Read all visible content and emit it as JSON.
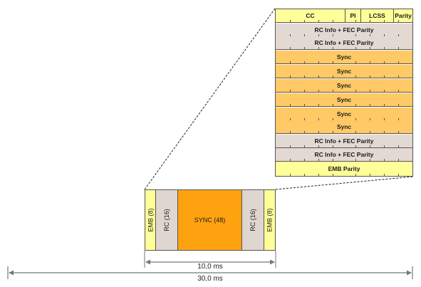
{
  "detail": {
    "header": {
      "cc": "CC",
      "pi": "PI",
      "lcss": "LCSS",
      "parity": "Parity"
    },
    "rows": [
      {
        "label": "RC Info + FEC Parity",
        "color": "#e3d9d3"
      },
      {
        "label": "RC Info + FEC Parity",
        "color": "#e3d9d3"
      },
      {
        "label": "Sync",
        "color": "#ffc966"
      },
      {
        "label": "Sync",
        "color": "#ffc966"
      },
      {
        "label": "Sync",
        "color": "#ffc966"
      },
      {
        "label": "Sync",
        "color": "#ffc966"
      },
      {
        "label": "Sync",
        "color": "#ffc966"
      },
      {
        "label": "Sync",
        "color": "#ffc966"
      },
      {
        "label": "RC Info + FEC Parity",
        "color": "#e3d9d3"
      },
      {
        "label": "RC Info + FEC Parity",
        "color": "#e3d9d3"
      }
    ],
    "footer": "EMB Parity"
  },
  "burst": {
    "segments": [
      {
        "label": "EMB (8)",
        "type": "emb"
      },
      {
        "label": "RC (16)",
        "type": "rc"
      },
      {
        "label": "SYNC (48)",
        "type": "sync"
      },
      {
        "label": "RC (16)",
        "type": "rc"
      },
      {
        "label": "EMB (8)",
        "type": "emb"
      }
    ]
  },
  "dimensions": {
    "burst_duration": "10,0 ms",
    "frame_duration": "30,0 ms"
  },
  "colors": {
    "emb": "#ffff99",
    "rc": "#e0d6d0",
    "sync": "#ffa20f",
    "line": "#555555",
    "dashed": "#222222"
  }
}
